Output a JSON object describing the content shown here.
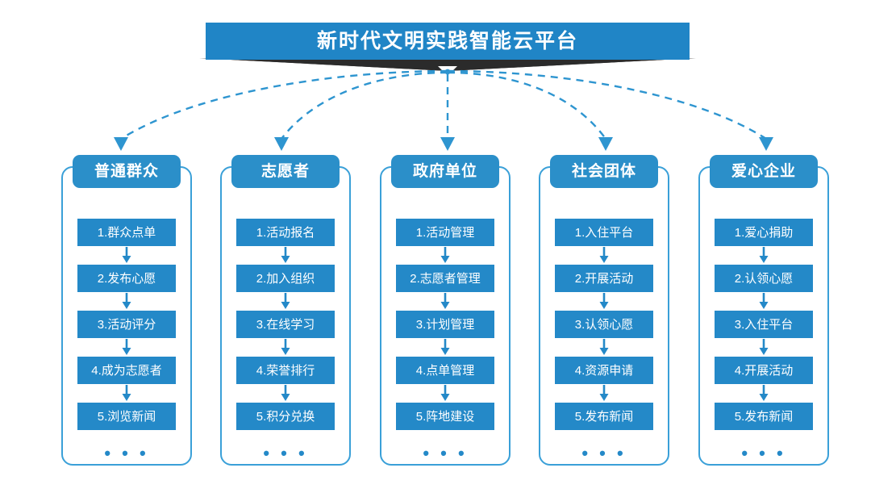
{
  "banner": {
    "title": "新时代文明实践智能云平台",
    "color": "#2085c6",
    "text_color": "#ffffff",
    "shadow_color": "#2b2b2b"
  },
  "theme": {
    "header_blue": "#2b8fc9",
    "item_blue": "#2489c8",
    "frame_blue": "#3aa0d8",
    "connector_blue": "#2e95d0",
    "background": "#ffffff"
  },
  "connector": {
    "style": "dashed",
    "arrowhead": "triangle-down",
    "origin_label": "platform-hub",
    "count": 5
  },
  "columns": [
    {
      "id": "ordinary-public",
      "header": "普通群众",
      "ellipsis": "• • •",
      "items": [
        "1.群众点单",
        "2.发布心愿",
        "3.活动评分",
        "4.成为志愿者",
        "5.浏览新闻"
      ]
    },
    {
      "id": "volunteer",
      "header": "志愿者",
      "ellipsis": "• • •",
      "items": [
        "1.活动报名",
        "2.加入组织",
        "3.在线学习",
        "4.荣誉排行",
        "5.积分兑换"
      ]
    },
    {
      "id": "government-unit",
      "header": "政府单位",
      "ellipsis": "• • •",
      "items": [
        "1.活动管理",
        "2.志愿者管理",
        "3.计划管理",
        "4.点单管理",
        "5.阵地建设"
      ]
    },
    {
      "id": "social-group",
      "header": "社会团体",
      "ellipsis": "• • •",
      "items": [
        "1.入住平台",
        "2.开展活动",
        "3.认领心愿",
        "4.资源申请",
        "5.发布新闻"
      ]
    },
    {
      "id": "charity-enterprise",
      "header": "爱心企业",
      "ellipsis": "• • •",
      "items": [
        "1.爱心捐助",
        "2.认领心愿",
        "3.入住平台",
        "4.开展活动",
        "5.发布新闻"
      ]
    }
  ]
}
